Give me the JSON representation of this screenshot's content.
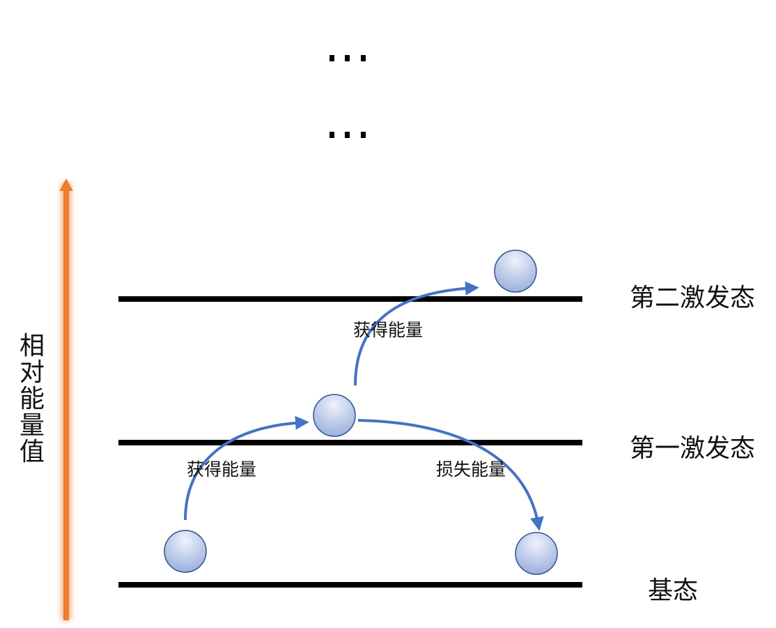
{
  "diagram": {
    "axis_label": "相对能量值",
    "ellipsis_top": "…",
    "ellipsis_mid": "…",
    "levels": [
      {
        "name": "ground",
        "label": "基态"
      },
      {
        "name": "first-excited",
        "label": "第一激发态"
      },
      {
        "name": "second-excited",
        "label": "第二激发态"
      }
    ],
    "transitions": [
      {
        "name": "ground-to-first",
        "label": "获得能量"
      },
      {
        "name": "first-to-second",
        "label": "获得能量"
      },
      {
        "name": "first-to-ground",
        "label": "损失能量"
      }
    ],
    "colors": {
      "level_line": "#000000",
      "arrow": "#4472c4",
      "axis_arrow": "#ed7d31",
      "particle_border": "#2f528f",
      "particle_fill_top": "#e9eef8",
      "particle_fill_bottom": "#9db2e0"
    }
  }
}
